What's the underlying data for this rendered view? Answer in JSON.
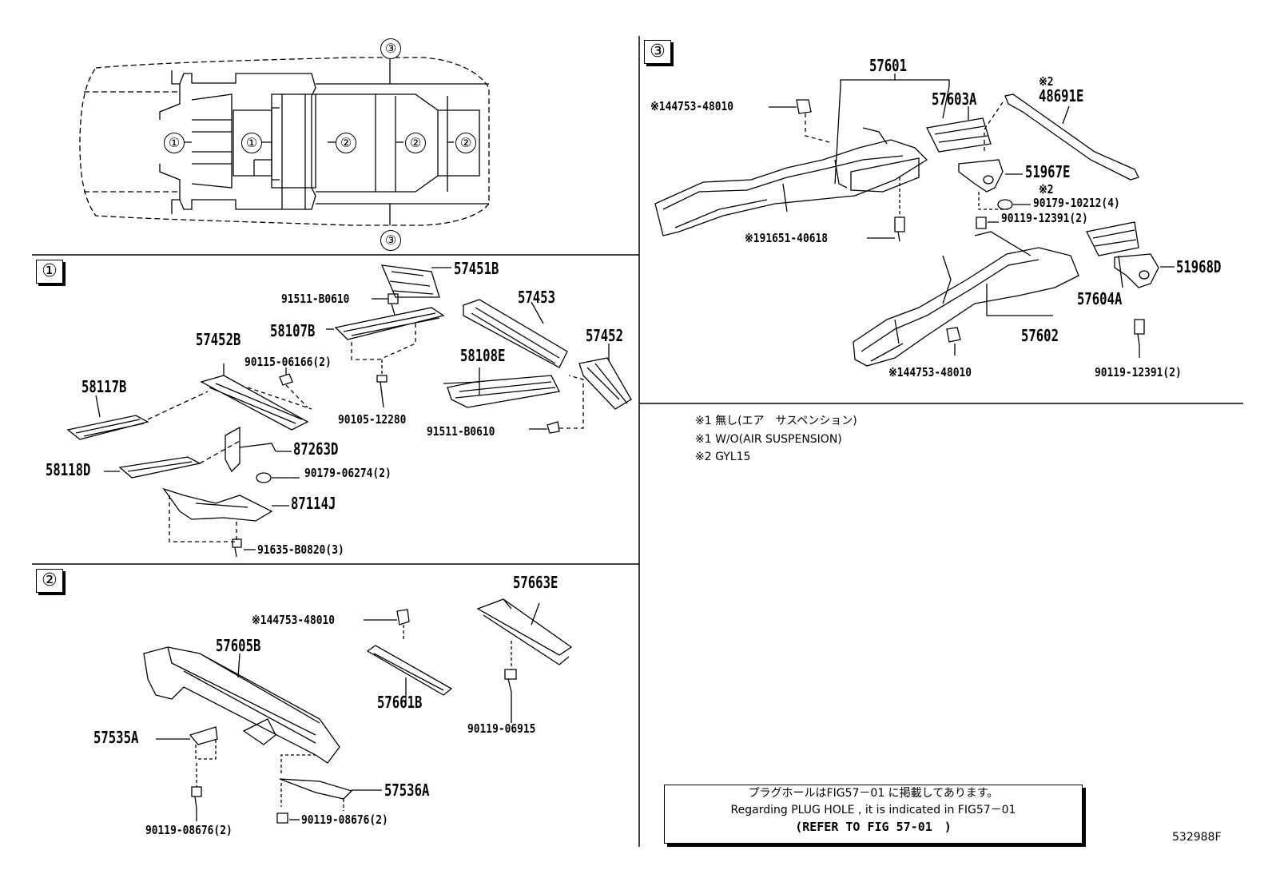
{
  "sections": {
    "s1": "①",
    "s2": "②",
    "s3": "③"
  },
  "overview": {
    "c1a": "①",
    "c1b": "①",
    "c2a": "②",
    "c2b": "②",
    "c2c": "②",
    "c3top": "③",
    "c3bot": "③"
  },
  "section1": {
    "p57451B": "57451B",
    "b91511a": "91511-B0610",
    "p57453": "57453",
    "p58107B": "58107B",
    "p57452B": "57452B",
    "b90115": "90115-06166(2)",
    "p57452": "57452",
    "p58108E": "58108E",
    "p58117B": "58117B",
    "b90105": "90105-12280",
    "b91511b": "91511-B0610",
    "p87263D": "87263D",
    "p58118D": "58118D",
    "b90179_06274": "90179-06274(2)",
    "p87114J": "87114J",
    "b91635": "91635-B0820(3)"
  },
  "section2": {
    "p57663E": "57663E",
    "c44753": "※144753-48010",
    "p57605B": "57605B",
    "p57661B": "57661B",
    "b90119_06915": "90119-06915",
    "p57535A": "57535A",
    "p57536A": "57536A",
    "b90119_08676a": "90119-08676(2)",
    "b90119_08676b": "90119-08676(2)"
  },
  "section3": {
    "p57601": "57601",
    "mark2a": "※2",
    "p48691E": "48691E",
    "c44753a": "※144753-48010",
    "p57603A": "57603A",
    "p51967E": "51967E",
    "mark2b": "※2",
    "b90179_10212": "90179-10212(4)",
    "b90119_12391a": "90119-12391(2)",
    "c91651": "※191651-40618",
    "p51968D": "51968D",
    "p57604A": "57604A",
    "p57602": "57602",
    "c44753b": "※144753-48010",
    "b90119_12391b": "90119-12391(2)"
  },
  "notes": {
    "n1": "※1 無し(エア　サスペンション)",
    "n2": "※1 W/O(AIR SUSPENSION)",
    "n3": "※2 GYL15"
  },
  "reference": {
    "jp": "プラグホールはFIG57－01 に掲載してあります。",
    "en": "Regarding  PLUG HOLE , it is indicated in FIG57－01",
    "refer": "(REFER TO FIG 57-01　)"
  },
  "catalog_no": "532988F"
}
